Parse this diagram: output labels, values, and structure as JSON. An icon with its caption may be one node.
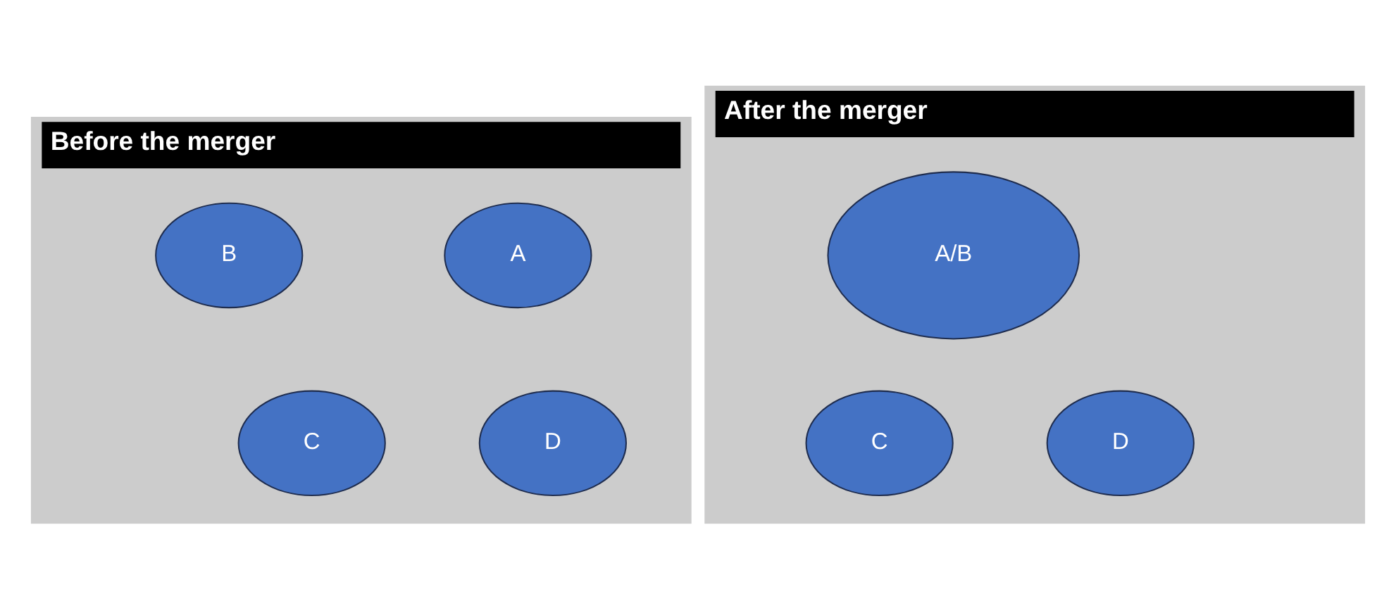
{
  "diagram": {
    "nodes": [
      {
        "text": [
          "Before the merger"
        ]
      },
      {
        "text": [
          "A"
        ],
        "in": 0
      },
      {
        "text": [
          "B"
        ],
        "in": 0
      },
      {
        "text": [
          "C"
        ],
        "in": 0
      },
      {
        "text": [
          "D"
        ],
        "in": 0
      },
      {
        "text": [
          "After the merger"
        ]
      },
      {
        "text": [
          "A/B"
        ],
        "in": 5
      },
      {
        "text": [
          "C"
        ],
        "in": 5
      },
      {
        "text": [
          "D"
        ],
        "in": 5
      }
    ],
    "edges": []
  }
}
